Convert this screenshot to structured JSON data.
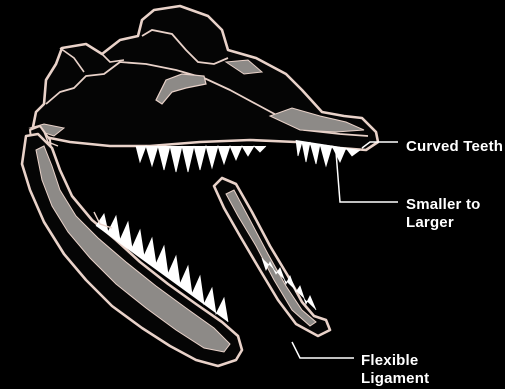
{
  "labels": {
    "curved_teeth": "Curved Teeth",
    "smaller_to_larger": [
      "Smaller to",
      "Larger"
    ],
    "flexible_ligament": [
      "Flexible",
      "Ligament"
    ]
  },
  "colors": {
    "background": "#000000",
    "bone_outline": "#e9d2c9",
    "bone_fill": "#050505",
    "groove_fill": "#8d8a87",
    "teeth": "#ffffff",
    "leader_line": "#ffffff",
    "label_text": "#ffffff"
  }
}
